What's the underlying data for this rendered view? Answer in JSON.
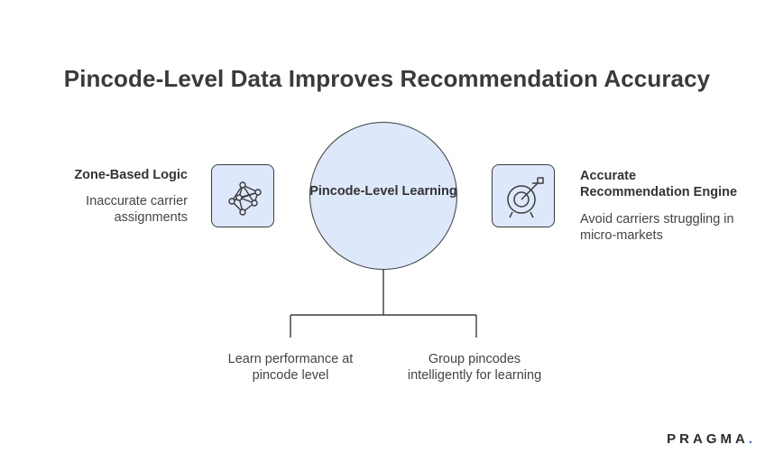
{
  "title": "Pincode-Level Data Improves Recommendation Accuracy",
  "left": {
    "heading": "Zone-Based Logic",
    "description": "Inaccurate carrier assignments",
    "icon": "network-icon"
  },
  "center": {
    "label": "Pincode-Level Learning"
  },
  "right": {
    "heading": "Accurate Recommendation Engine",
    "description": "Avoid carriers struggling in micro-markets",
    "icon": "target-icon"
  },
  "branches": [
    {
      "text": "Learn performance at pincode level"
    },
    {
      "text": "Group pincodes intelligently for learning"
    }
  ],
  "logo": {
    "text": "PRAGMA",
    "dot": ".",
    "dot_color": "#2f6bdc"
  },
  "colors": {
    "fill": "#dde8fb",
    "stroke": "#3c3c3c"
  }
}
